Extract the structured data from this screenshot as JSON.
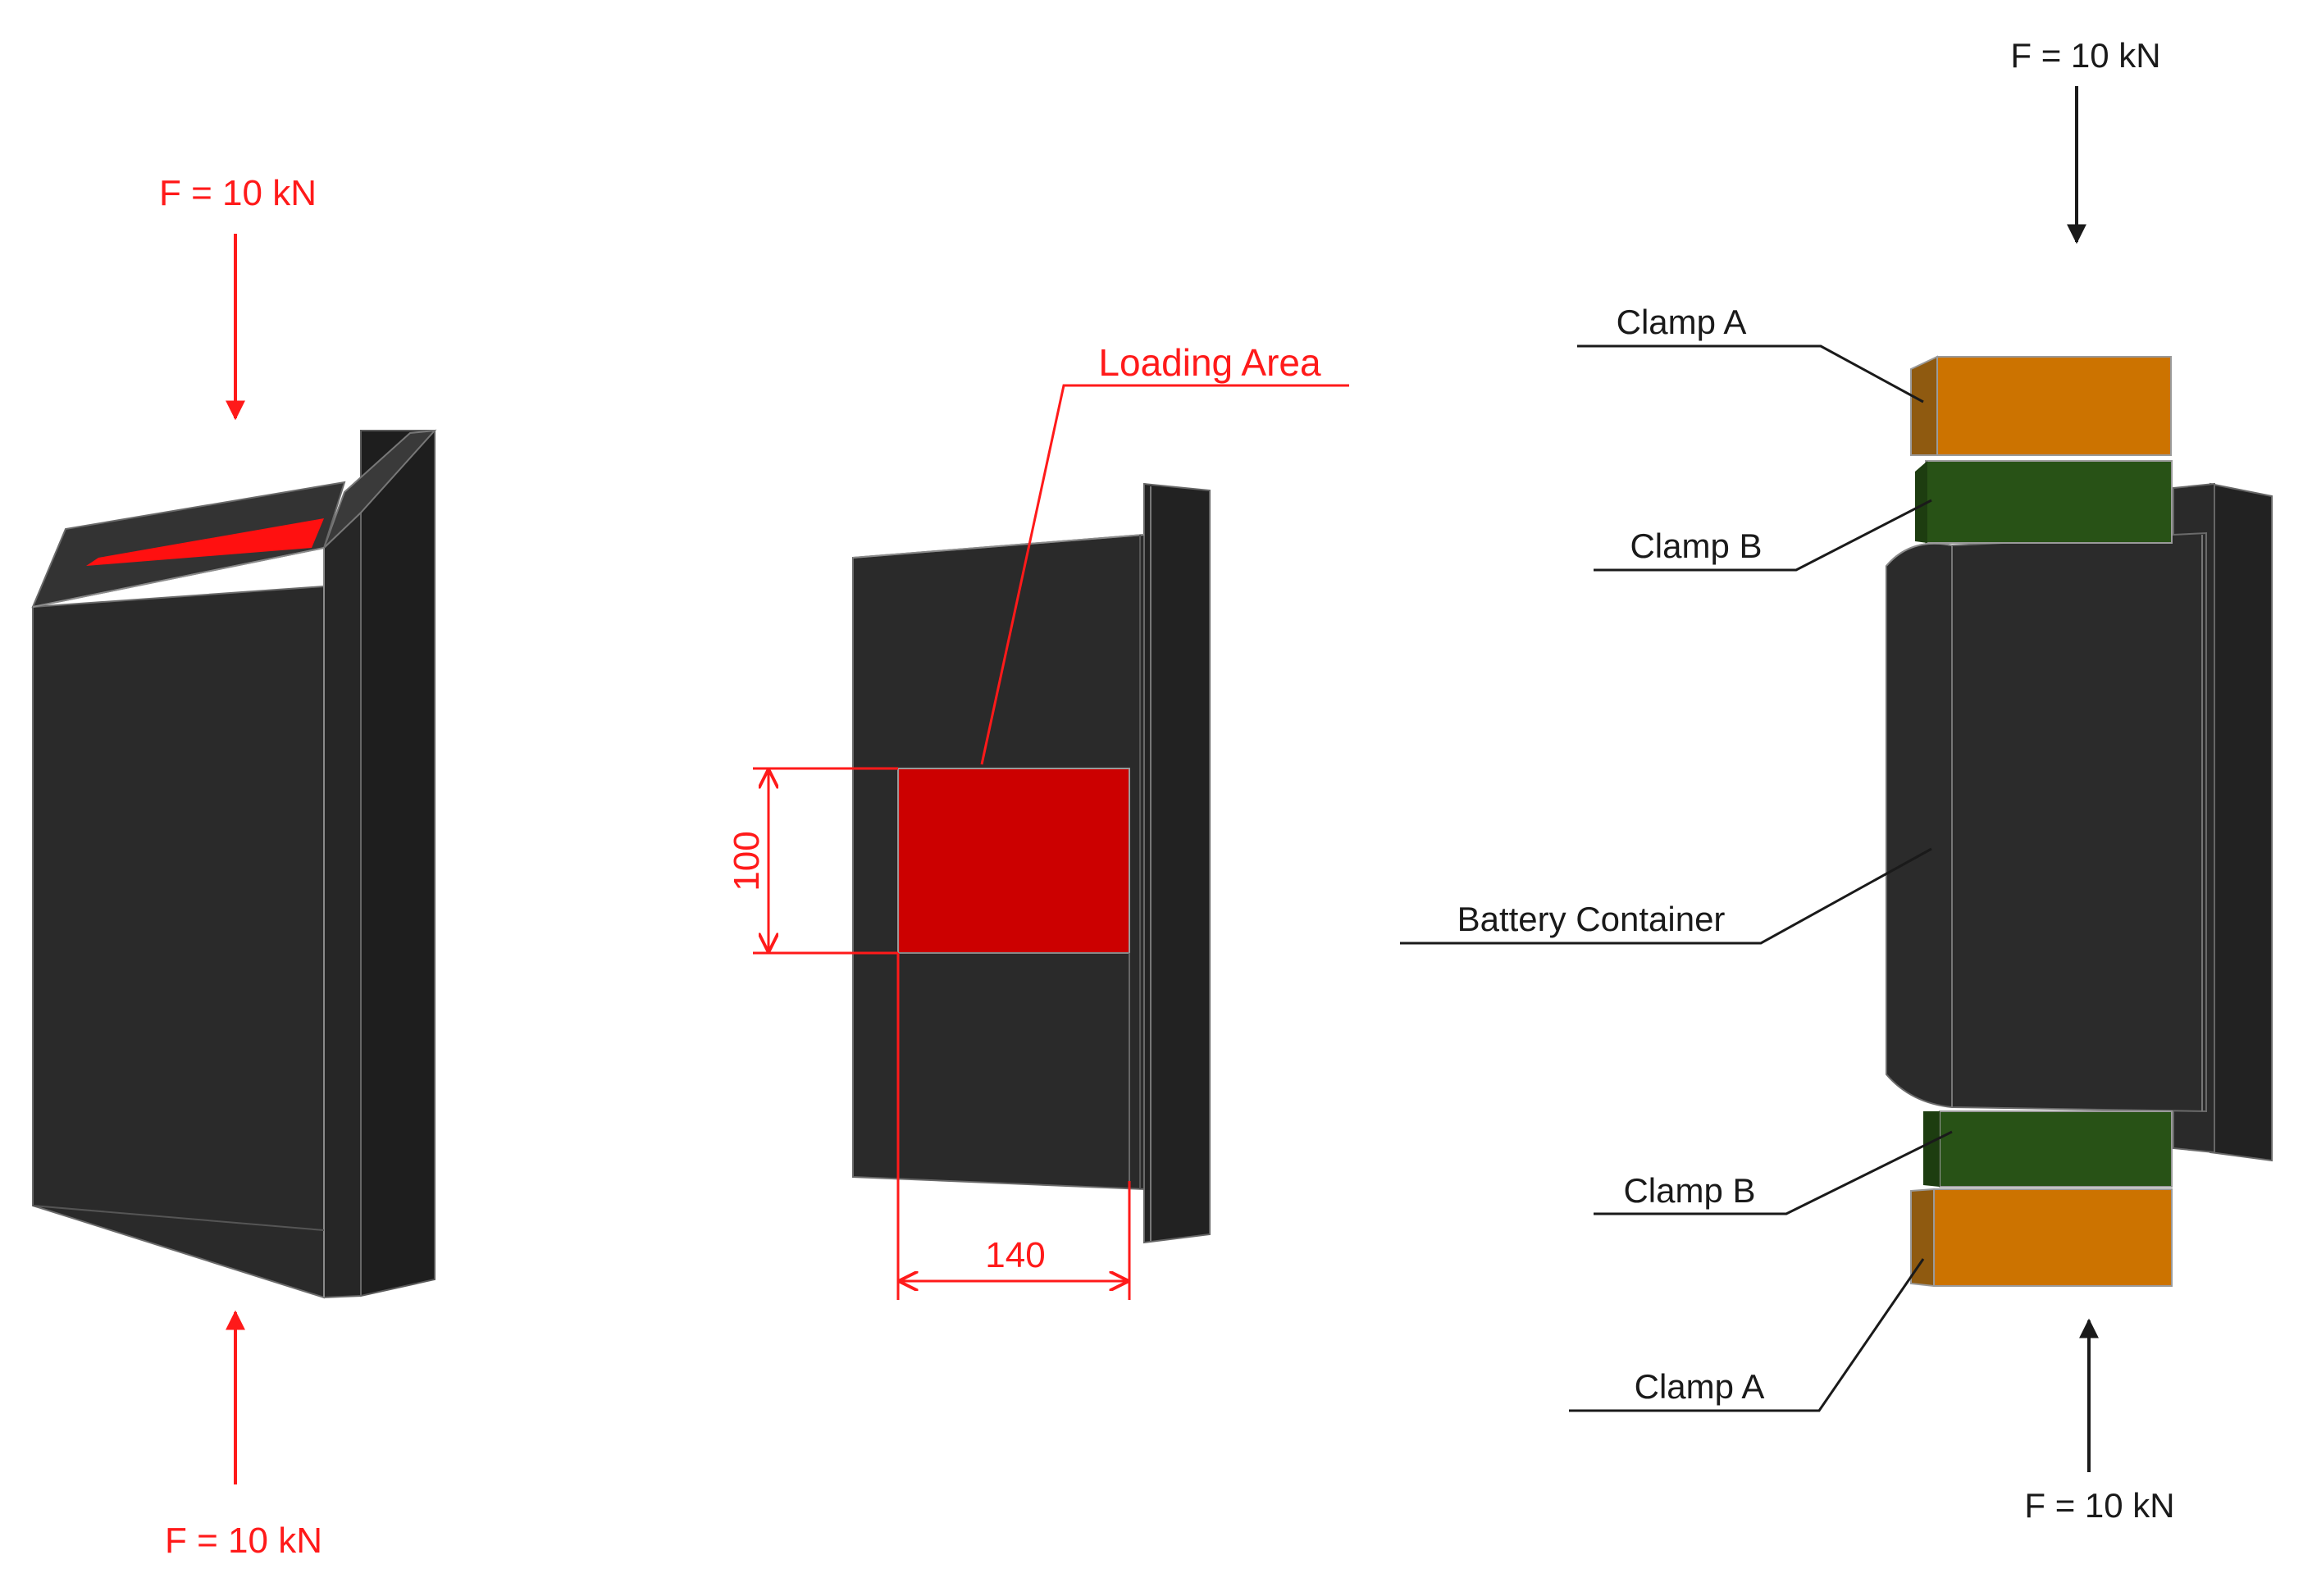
{
  "left_view": {
    "top_force": "F = 10 kN",
    "bottom_force": "F = 10 kN"
  },
  "middle_view": {
    "loading_area_label": "Loading Area",
    "height_dimension": "100",
    "width_dimension": "140"
  },
  "right_view": {
    "top_force": "F = 10 kN",
    "bottom_force": "F = 10 kN",
    "clamp_a_top": "Clamp A",
    "clamp_b_top": "Clamp B",
    "battery_container": "Battery Container",
    "clamp_b_bottom": "Clamp B",
    "clamp_a_bottom": "Clamp A"
  },
  "colors": {
    "red": "#ff1a1a",
    "loading_fill": "#cc0000",
    "body": "#2c2c2c",
    "body_dark": "#1a1a1a",
    "clamp_a": "#cc7300",
    "clamp_b": "#285216",
    "text_dark": "#1a1a1a"
  }
}
